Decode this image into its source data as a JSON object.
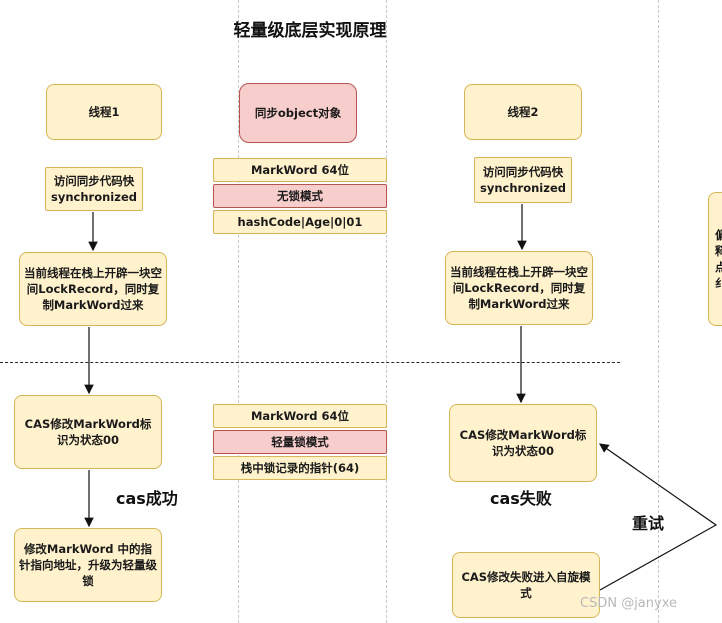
{
  "title": "轻量级底层实现原理",
  "thread1": {
    "name": "线程1",
    "access": "访问同步代码快 synchronized",
    "lock_record": "当前线程在栈上开辟一块空间LockRecord，同时复制MarkWord过来",
    "cas": "CAS修改MarkWord标识为状态00",
    "result_label": "cas成功",
    "upgrade": "修改MarkWord 中的指针指向地址，升级为轻量级锁"
  },
  "object": {
    "name": "同步object对象",
    "top_table": [
      "MarkWord  64位",
      "无锁模式",
      "hashCode|Age|0|01"
    ],
    "bottom_table": [
      "MarkWord  64位",
      "轻量锁模式",
      "栈中锁记录的指针(64)"
    ]
  },
  "thread2": {
    "name": "线程2",
    "access": "访问同步代码快 synchronized",
    "lock_record": "当前线程在栈上开辟一块空间LockRecord，同时复制MarkWord过来",
    "cas": "CAS修改MarkWord标识为状态00",
    "result_label": "cas失败",
    "retry_label": "重试",
    "spin": "CAS修改失败进入自旋模式"
  },
  "partial_box": "偏\n释\n点\n纟",
  "watermark": "CSDN @janyxe"
}
